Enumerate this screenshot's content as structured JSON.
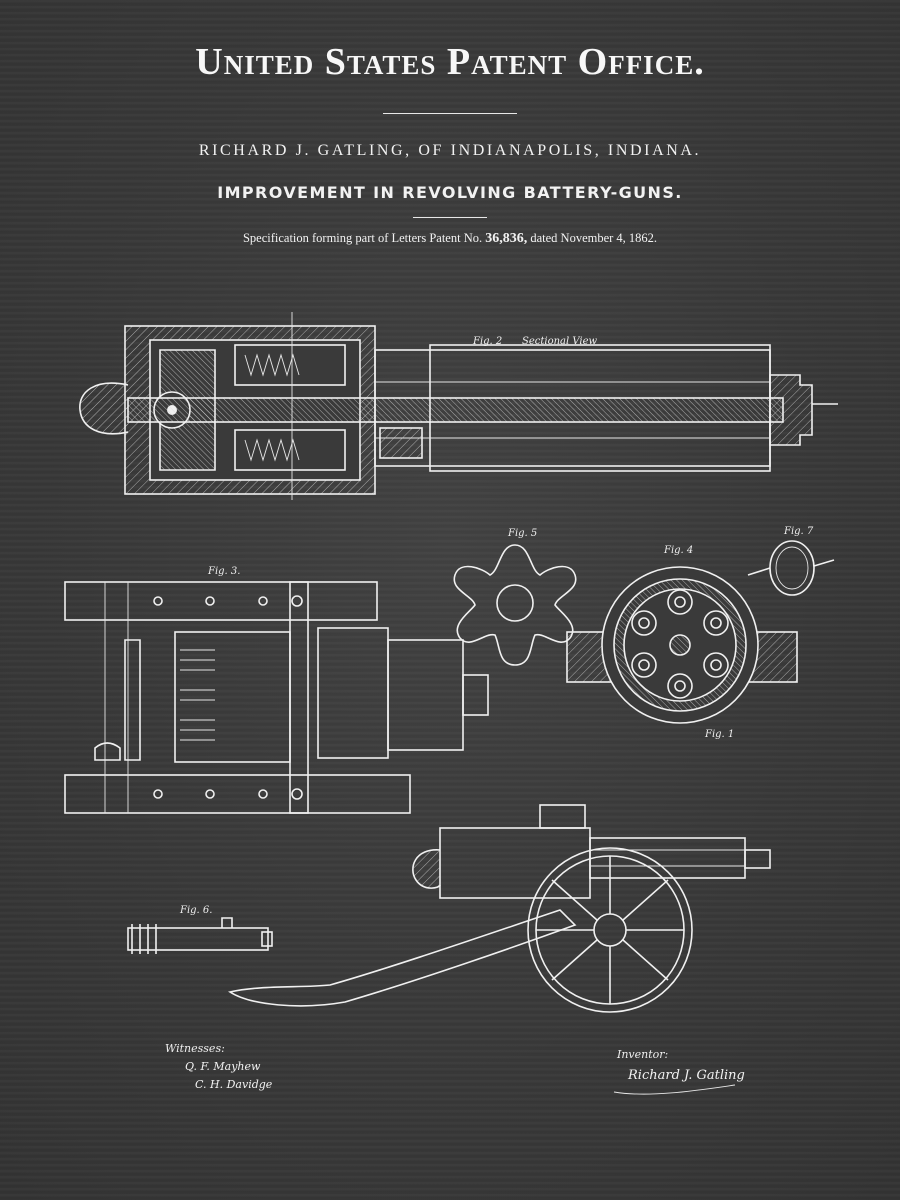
{
  "header": {
    "office_title": "United States Patent Office.",
    "inventor_line": "RICHARD J. GATLING, OF INDIANAPOLIS, INDIANA.",
    "subject": "IMPROVEMENT IN REVOLVING BATTERY-GUNS.",
    "spec_prefix": "Specification forming part of Letters Patent No.",
    "patent_number": "36,836,",
    "spec_suffix": "dated November 4, 1862."
  },
  "figures": {
    "fig2": "Fig. 2",
    "fig2_caption": "Sectional View",
    "fig3": "Fig. 3.",
    "fig5": "Fig. 5",
    "fig4": "Fig. 4",
    "fig7": "Fig. 7",
    "fig1": "Fig. 1",
    "fig6": "Fig. 6."
  },
  "signatures": {
    "witnesses_label": "Witnesses:",
    "witness_1": "Q. F. Mayhew",
    "witness_2": "C. H. Davidge",
    "inventor_label": "Inventor:",
    "inventor_signature": "Richard J. Gatling"
  },
  "colors": {
    "background": "#3a3a3a",
    "ink": "#f0f0f0"
  }
}
